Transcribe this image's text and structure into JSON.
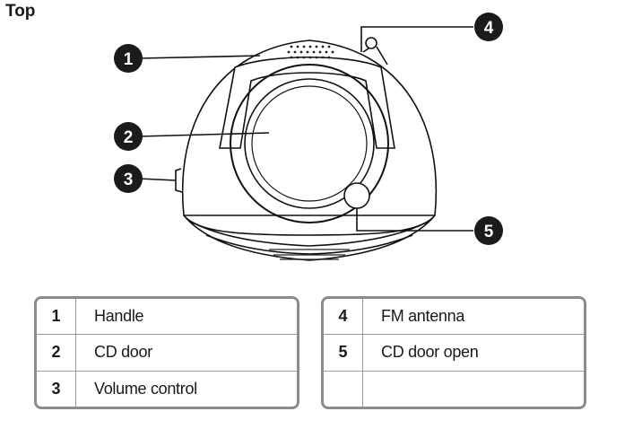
{
  "heading": "Top",
  "callouts": [
    "1",
    "2",
    "3",
    "4",
    "5"
  ],
  "legend_left": [
    {
      "num": "1",
      "label": "Handle"
    },
    {
      "num": "2",
      "label": "CD door"
    },
    {
      "num": "3",
      "label": "Volume control"
    }
  ],
  "legend_right": [
    {
      "num": "4",
      "label": "FM antenna"
    },
    {
      "num": "5",
      "label": "CD door open"
    },
    {
      "num": "",
      "label": ""
    }
  ]
}
